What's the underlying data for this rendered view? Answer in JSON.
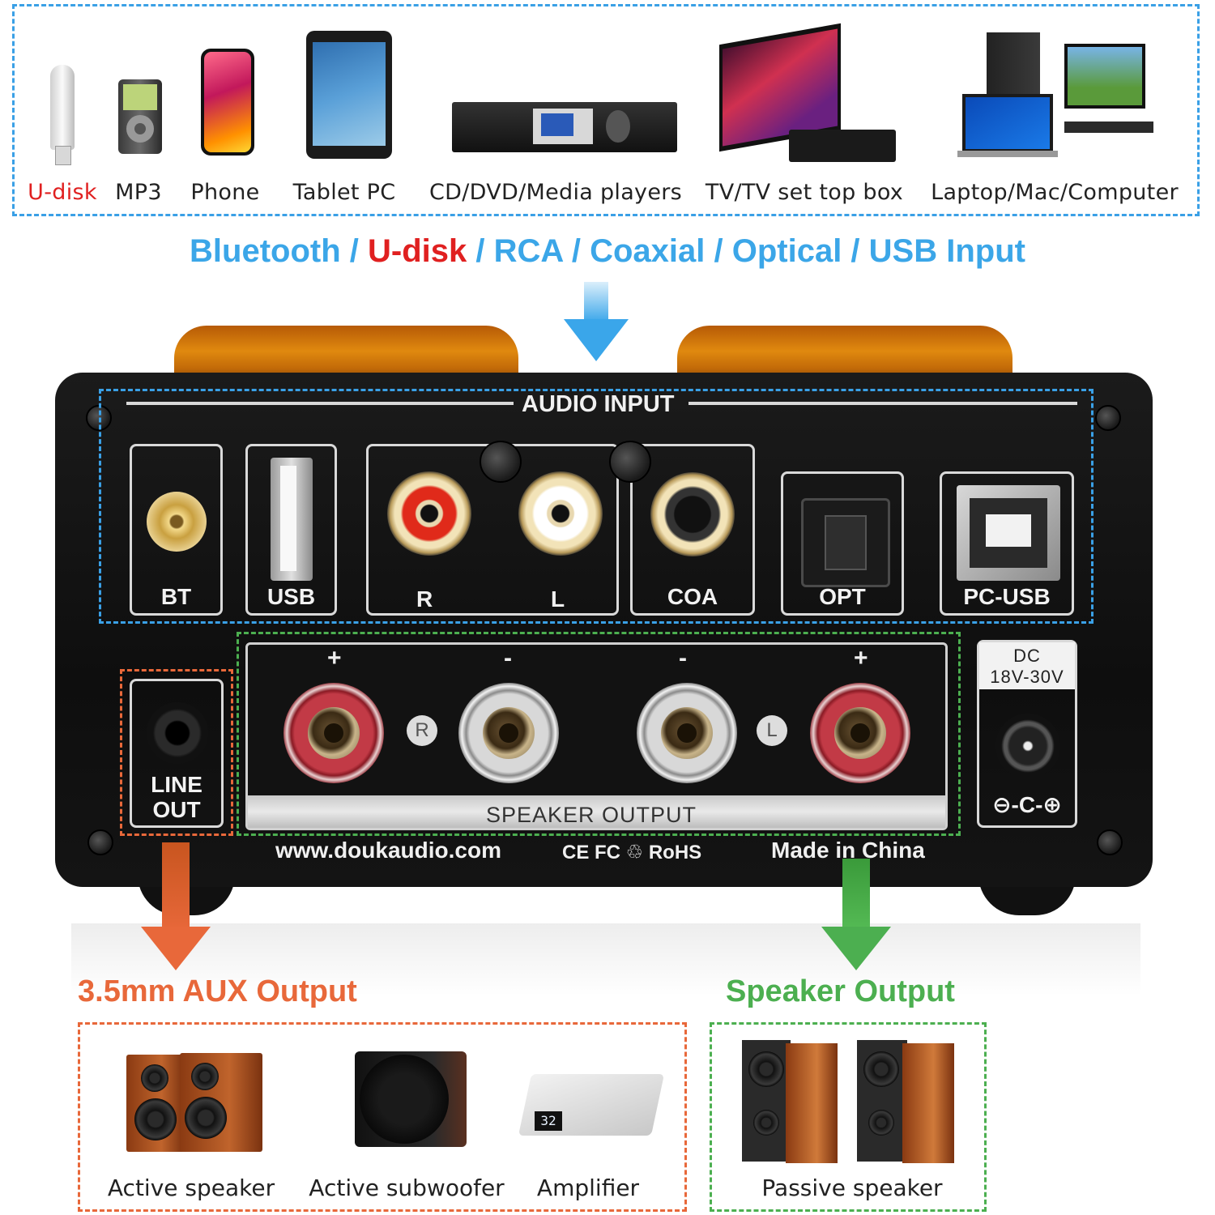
{
  "sources": {
    "items": [
      {
        "label": "U-disk",
        "highlight": true
      },
      {
        "label": "MP3",
        "highlight": false
      },
      {
        "label": "Phone",
        "highlight": false
      },
      {
        "label": "Tablet PC",
        "highlight": false
      },
      {
        "label": "CD/DVD/Media players",
        "highlight": false
      },
      {
        "label": "TV/TV set top box",
        "highlight": false
      },
      {
        "label": "Laptop/Mac/Computer",
        "highlight": false
      }
    ]
  },
  "input_title": {
    "part1": "Bluetooth",
    "sep1": " / ",
    "part2": "U-disk",
    "sep2": " / ",
    "part3": "RCA / Coaxial / Optical / USB Input"
  },
  "panel": {
    "audio_input_label": "AUDIO INPUT",
    "ports": [
      "BT",
      "USB",
      "R",
      "L",
      "COA",
      "OPT",
      "PC-USB"
    ],
    "line_out": [
      "LINE",
      "OUT"
    ],
    "speaker_output_label": "SPEAKER OUTPUT",
    "speaker_signs": [
      "+",
      "-",
      "-",
      "+"
    ],
    "channel_badges": [
      "R",
      "L"
    ],
    "dc_label": [
      "DC",
      "18V-30V"
    ],
    "dc_polarity": "⊖-C-⊕",
    "website": "www.doukaudio.com",
    "certs": "CE FC ♲ RoHS",
    "made_in": "Made in China"
  },
  "outputs": {
    "aux_title": "3.5mm AUX Output",
    "speaker_title": "Speaker Output",
    "aux_items": [
      "Active speaker",
      "Active subwoofer",
      "Amplifier"
    ],
    "speaker_items": [
      "Passive speaker"
    ]
  },
  "colors": {
    "blue": "#3aa0e6",
    "red": "#e02020",
    "orange": "#e8683a",
    "green": "#4caf50",
    "knob": "#d4780c"
  }
}
